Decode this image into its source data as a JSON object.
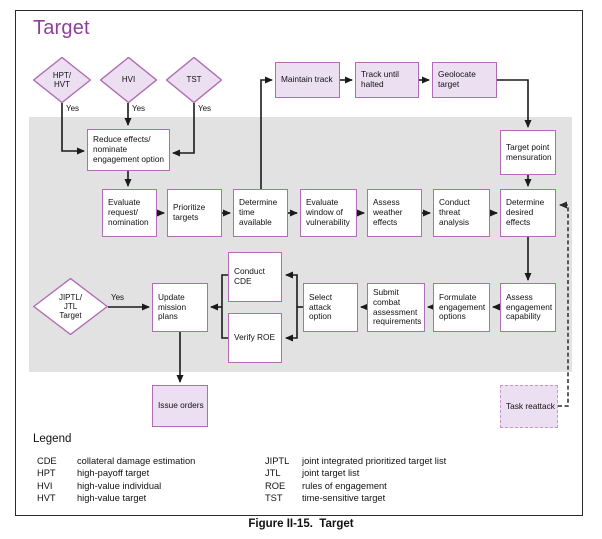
{
  "title": "Target",
  "caption": "Figure II-15.  Target",
  "labels": {
    "yes": "Yes"
  },
  "colors": {
    "accent_purple": "#8e3f9e",
    "node_border": "#b06cb4",
    "node_fill_lavender": "#ecdff1",
    "band_gray": "#e2e2e2",
    "connector_black": "#1a1a1a"
  },
  "nodes": {
    "hpt_hvt": {
      "label": "HPT/\nHVT"
    },
    "hvi": {
      "label": "HVI"
    },
    "tst": {
      "label": "TST"
    },
    "maintain_track": {
      "label": "Maintain track"
    },
    "track_until_halted": {
      "label": "Track until\nhalted"
    },
    "geolocate_target": {
      "label": "Geolocate\ntarget"
    },
    "target_point_mensuration": {
      "label": "Target point\nmensuration"
    },
    "reduce_effects": {
      "label": "Reduce effects/\nnominate\nengagement option"
    },
    "evaluate_request": {
      "label": "Evaluate\nrequest/\nnomination"
    },
    "prioritize_targets": {
      "label": "Prioritize\ntargets"
    },
    "determine_time_available": {
      "label": "Determine\ntime available"
    },
    "evaluate_window": {
      "label": "Evaluate\nwindow of\nvulnerability"
    },
    "assess_weather": {
      "label": "Assess\nweather\neffects"
    },
    "conduct_threat": {
      "label": "Conduct\nthreat\nanalysis"
    },
    "determine_desired_effects": {
      "label": "Determine\ndesired\neffects"
    },
    "jiptl_jtl_target": {
      "label": "JIPTL/\nJTL\nTarget"
    },
    "update_mission_plans": {
      "label": "Update\nmission plans"
    },
    "conduct_cde": {
      "label": "Conduct\nCDE"
    },
    "verify_roe": {
      "label": "Verify ROE"
    },
    "select_attack_option": {
      "label": "Select attack\noption"
    },
    "submit_combat_assessment": {
      "label": "Submit\ncombat\nassessment\nrequirements"
    },
    "formulate_engagement_options": {
      "label": "Formulate\nengagement\noptions"
    },
    "assess_engagement_capability": {
      "label": "Assess\nengagement\ncapability"
    },
    "issue_orders": {
      "label": "Issue orders"
    },
    "task_reattack": {
      "label": "Task reattack"
    }
  },
  "legend": {
    "heading": "Legend",
    "left": [
      {
        "term": "CDE",
        "def": "collateral damage estimation"
      },
      {
        "term": "HPT",
        "def": "high-payoff target"
      },
      {
        "term": "HVI",
        "def": "high-value individual"
      },
      {
        "term": "HVT",
        "def": "high-value target"
      }
    ],
    "right": [
      {
        "term": "JIPTL",
        "def": "joint integrated prioritized target list"
      },
      {
        "term": "JTL",
        "def": "joint target list"
      },
      {
        "term": "ROE",
        "def": "rules of engagement"
      },
      {
        "term": "TST",
        "def": "time-sensitive target"
      }
    ]
  }
}
